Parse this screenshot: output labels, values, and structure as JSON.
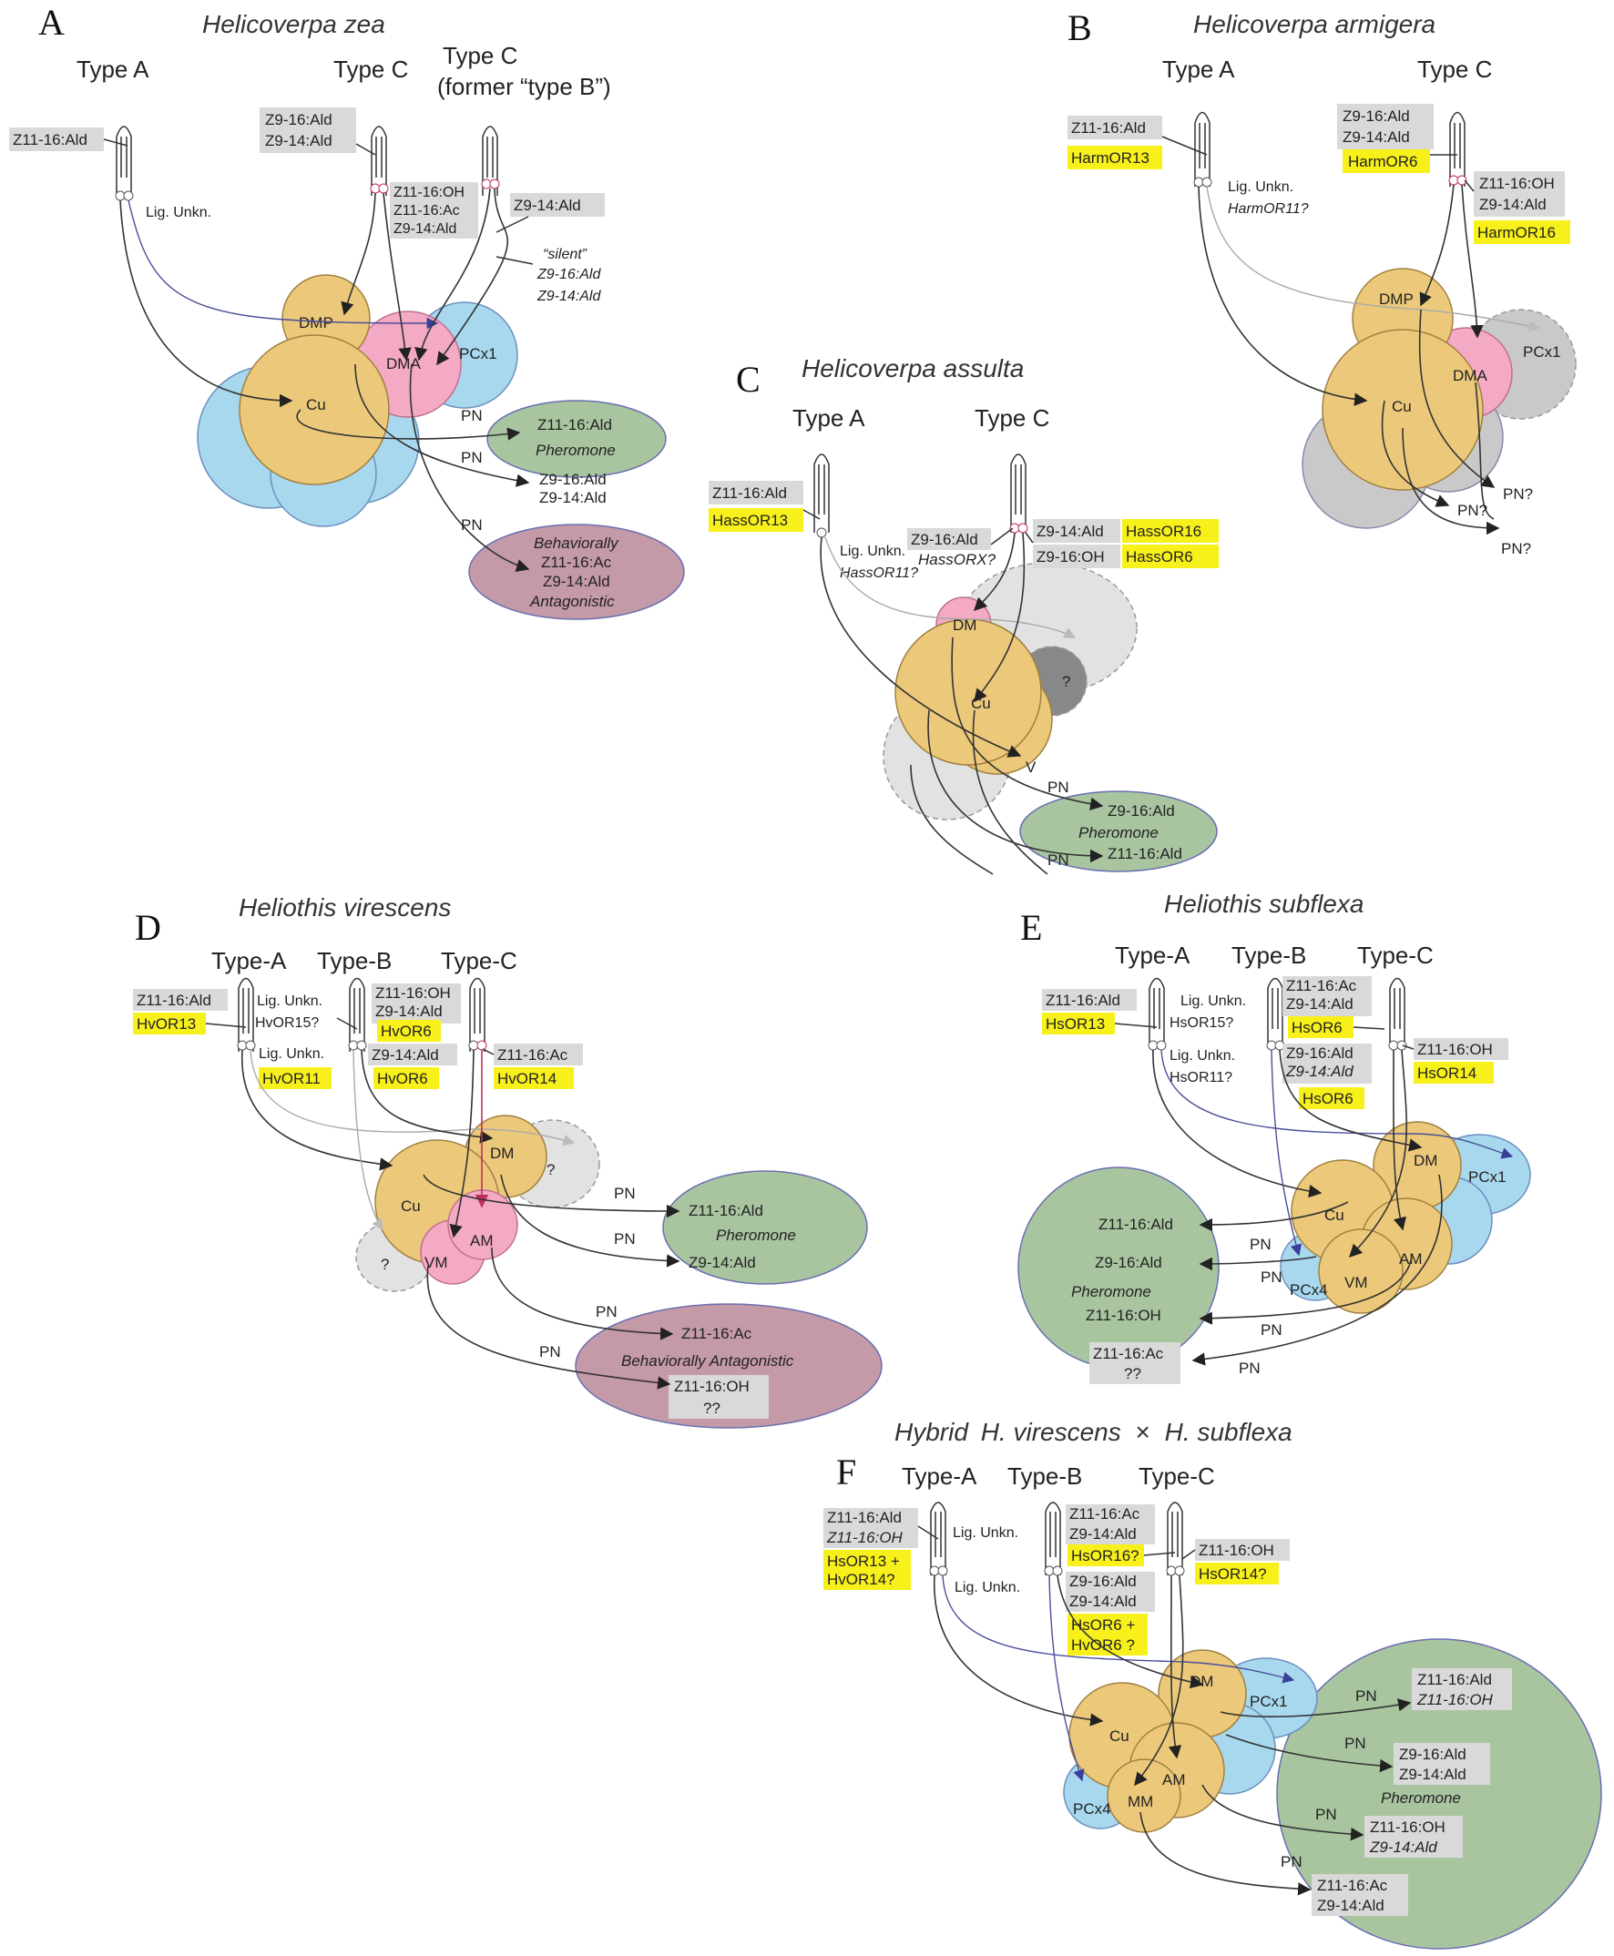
{
  "panels": {
    "A": {
      "letter": "A",
      "species": "Helicoverpa zea",
      "types": [
        "Type A",
        "Type C",
        "Type C",
        "(former “type B”)"
      ],
      "chips": [
        "Z11-16:Ald",
        "Z9-16:Ald",
        "Z9-14:Ald",
        "Z11-16:OH",
        "Z11-16:Ac",
        "Z9-14:Ald",
        "Z9-14:Ald"
      ],
      "lig": "Lig. Unkn.",
      "silent": [
        "“silent”",
        "Z9-16:Ald",
        "Z9-14:Ald"
      ],
      "glomeruli": [
        "DMP",
        "DMA",
        "PCx1",
        "Cu"
      ],
      "pn": [
        "PN",
        "PN",
        "PN"
      ],
      "targets": [
        "Z11-16:Ald",
        "Pheromone",
        "Z9-16:Ald",
        "Z9-14:Ald",
        "Behaviorally",
        "Z11-16:Ac",
        "Z9-14:Ald",
        "Antagonistic"
      ]
    },
    "B": {
      "letter": "B",
      "species": "Helicoverpa armigera",
      "types": [
        "Type A",
        "Type C"
      ],
      "chips": [
        "Z11-16:Ald",
        "HarmOR13",
        "Z9-16:Ald",
        "Z9-14:Ald",
        "HarmOR6",
        "Z11-16:OH",
        "Z9-14:Ald",
        "HarmOR16"
      ],
      "lig": [
        "Lig. Unkn.",
        "HarmOR11?"
      ],
      "glomeruli": [
        "DMP",
        "DMA",
        "PCx1",
        "Cu"
      ],
      "pn": [
        "PN?",
        "PN?",
        "PN?"
      ]
    },
    "C": {
      "letter": "C",
      "species": "Helicoverpa assulta",
      "types": [
        "Type A",
        "Type C"
      ],
      "chips": [
        "Z11-16:Ald",
        "HassOR13",
        "Z9-16:Ald",
        "HassORX?",
        "Z9-14:Ald",
        "HassOR16",
        "Z9-16:OH",
        "HassOR6"
      ],
      "lig": [
        "Lig. Unkn.",
        "HassOR11?"
      ],
      "glomeruli": [
        "DM",
        "Cu",
        "V",
        "?"
      ],
      "pn": [
        "PN",
        "PN"
      ],
      "targets": [
        "Z9-16:Ald",
        "Pheromone",
        "Z11-16:Ald"
      ]
    },
    "D": {
      "letter": "D",
      "species": "Heliothis virescens",
      "types": [
        "Type-A",
        "Type-B",
        "Type-C"
      ],
      "chips": [
        "Z11-16:Ald",
        "HvOR13",
        "Z11-16:OH",
        "Z9-14:Ald",
        "HvOR6",
        "Z9-14:Ald",
        "HvOR6",
        "Z11-16:Ac",
        "HvOR14",
        "HvOR11"
      ],
      "lig": [
        "Lig. Unkn.",
        "HvOR15?",
        "Lig. Unkn."
      ],
      "glomeruli": [
        "DM",
        "Cu",
        "AM",
        "VM",
        "?",
        "?"
      ],
      "pn": [
        "PN",
        "PN",
        "PN",
        "PN"
      ],
      "targets": [
        "Z11-16:Ald",
        "Pheromone",
        "Z9-14:Ald",
        "Z11-16:Ac",
        "Behaviorally Antagonistic",
        "Z11-16:OH",
        "??"
      ]
    },
    "E": {
      "letter": "E",
      "species": "Heliothis subflexa",
      "types": [
        "Type-A",
        "Type-B",
        "Type-C"
      ],
      "chips": [
        "Z11-16:Ald",
        "HsOR13",
        "Z11-16:Ac",
        "Z9-14:Ald",
        "HsOR6",
        "Z9-16:Ald",
        "Z9-14:Ald",
        "HsOR6",
        "Z11-16:OH",
        "HsOR14"
      ],
      "lig": [
        "Lig. Unkn.",
        "HsOR15?",
        "Lig. Unkn.",
        "HsOR11?"
      ],
      "glomeruli": [
        "DM",
        "PCx1",
        "Cu",
        "AM",
        "VM",
        "PCx4"
      ],
      "pn": [
        "PN",
        "PN",
        "PN",
        "PN"
      ],
      "targets": [
        "Z11-16:Ald",
        "Z9-16:Ald",
        "Pheromone",
        "Z11-16:OH",
        "Z11-16:Ac",
        "??"
      ]
    },
    "F": {
      "letter": "F",
      "title_prefix": "Hybrid",
      "title_species1": "H. virescens",
      "title_x": "×",
      "title_species2": "H. subflexa",
      "types": [
        "Type-A",
        "Type-B",
        "Type-C"
      ],
      "chips": [
        "Z11-16:Ald",
        "Z11-16:OH",
        "HsOR13 +",
        "HvOR14?",
        "Z11-16:Ac",
        "Z9-14:Ald",
        "HsOR16?",
        "Z9-16:Ald",
        "Z9-14:Ald",
        "HsOR6 +",
        "HvOR6 ?",
        "Z11-16:OH",
        "HsOR14?"
      ],
      "lig": [
        "Lig. Unkn.",
        "Lig. Unkn."
      ],
      "glomeruli": [
        "DM",
        "PCx1",
        "Cu",
        "AM",
        "MM",
        "PCx4"
      ],
      "pn": [
        "PN",
        "PN",
        "PN",
        "PN"
      ],
      "targets": [
        "Z11-16:Ald",
        "Z11-16:OH",
        "Z9-16:Ald",
        "Z9-14:Ald",
        "Pheromone",
        "Z11-16:OH",
        "Z9-14:Ald",
        "Z11-16:Ac",
        "Z9-14:Ald"
      ]
    }
  },
  "colors": {
    "chip_gray": "#d9d9d9",
    "chip_yellow": "#f7f01a",
    "glom_tan": "#ecc97a",
    "glom_pink": "#f4a9c4",
    "glom_blue": "#a8d8ee",
    "glom_gray": "#c9c9c9",
    "target_green": "#a9c5a0",
    "target_mauve": "#c49aa8"
  }
}
